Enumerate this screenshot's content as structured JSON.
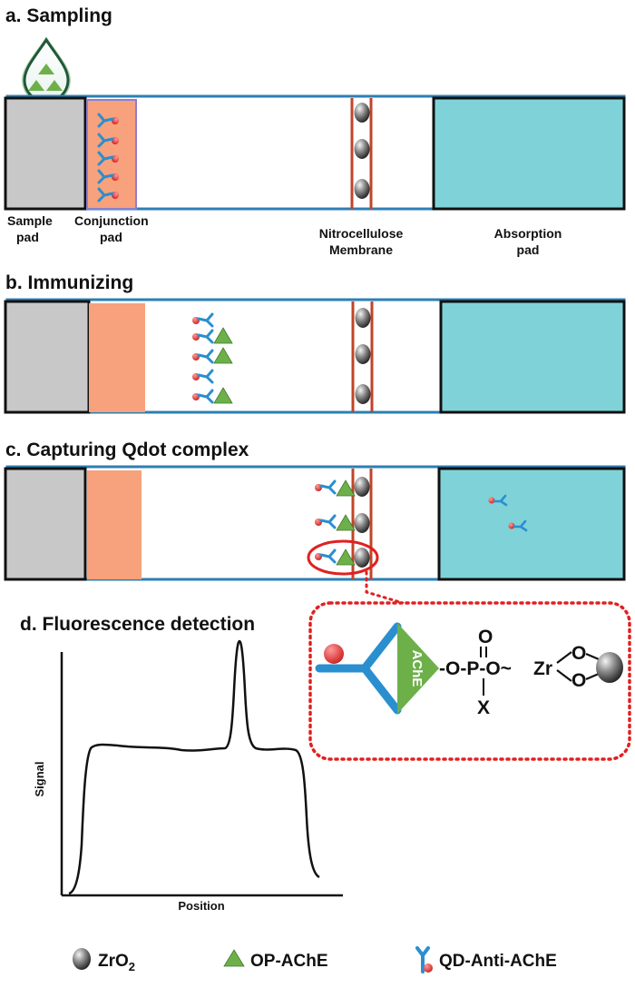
{
  "panels": {
    "a": {
      "title": "a. Sampling"
    },
    "b": {
      "title": "b. Immunizing"
    },
    "c": {
      "title": "c. Capturing Qdot complex"
    },
    "d": {
      "title": "d. Fluorescence detection"
    }
  },
  "strip_labels": {
    "sample": [
      "Sample",
      "pad"
    ],
    "conjunction": [
      "Conjunction",
      "pad"
    ],
    "membrane": [
      "Nitrocellulose",
      "Membrane"
    ],
    "absorption": [
      "Absorption",
      "pad"
    ]
  },
  "reaction": {
    "enzyme": "AChE",
    "chain": "-O-P-O~",
    "double_o": "O",
    "x": "X",
    "zr": "Zr",
    "zr_o1": "O",
    "zr_o2": "O"
  },
  "chart": {
    "ylabel": "Signal",
    "xlabel": "Position"
  },
  "legend": {
    "zro2": "ZrO",
    "zro2_sub": "2",
    "op_ache": "OP-AChE",
    "qd_anti_ache": "QD-Anti-AChE"
  },
  "colors": {
    "sample_pad": "#c8c8c8",
    "conjunction_pad": "#f7a17d",
    "absorption_pad": "#7fd3d8",
    "strip_border": "#2d7fb5",
    "antibody": "#2a8fcf",
    "qdot": "#e23b3b",
    "antigen": "#6db04a",
    "membrane_line": "#c0442a",
    "highlight": "#e02020"
  },
  "icons": [
    "droplet-icon",
    "zro2-bead-icon",
    "op-ache-triangle-icon",
    "qd-antibody-icon"
  ]
}
